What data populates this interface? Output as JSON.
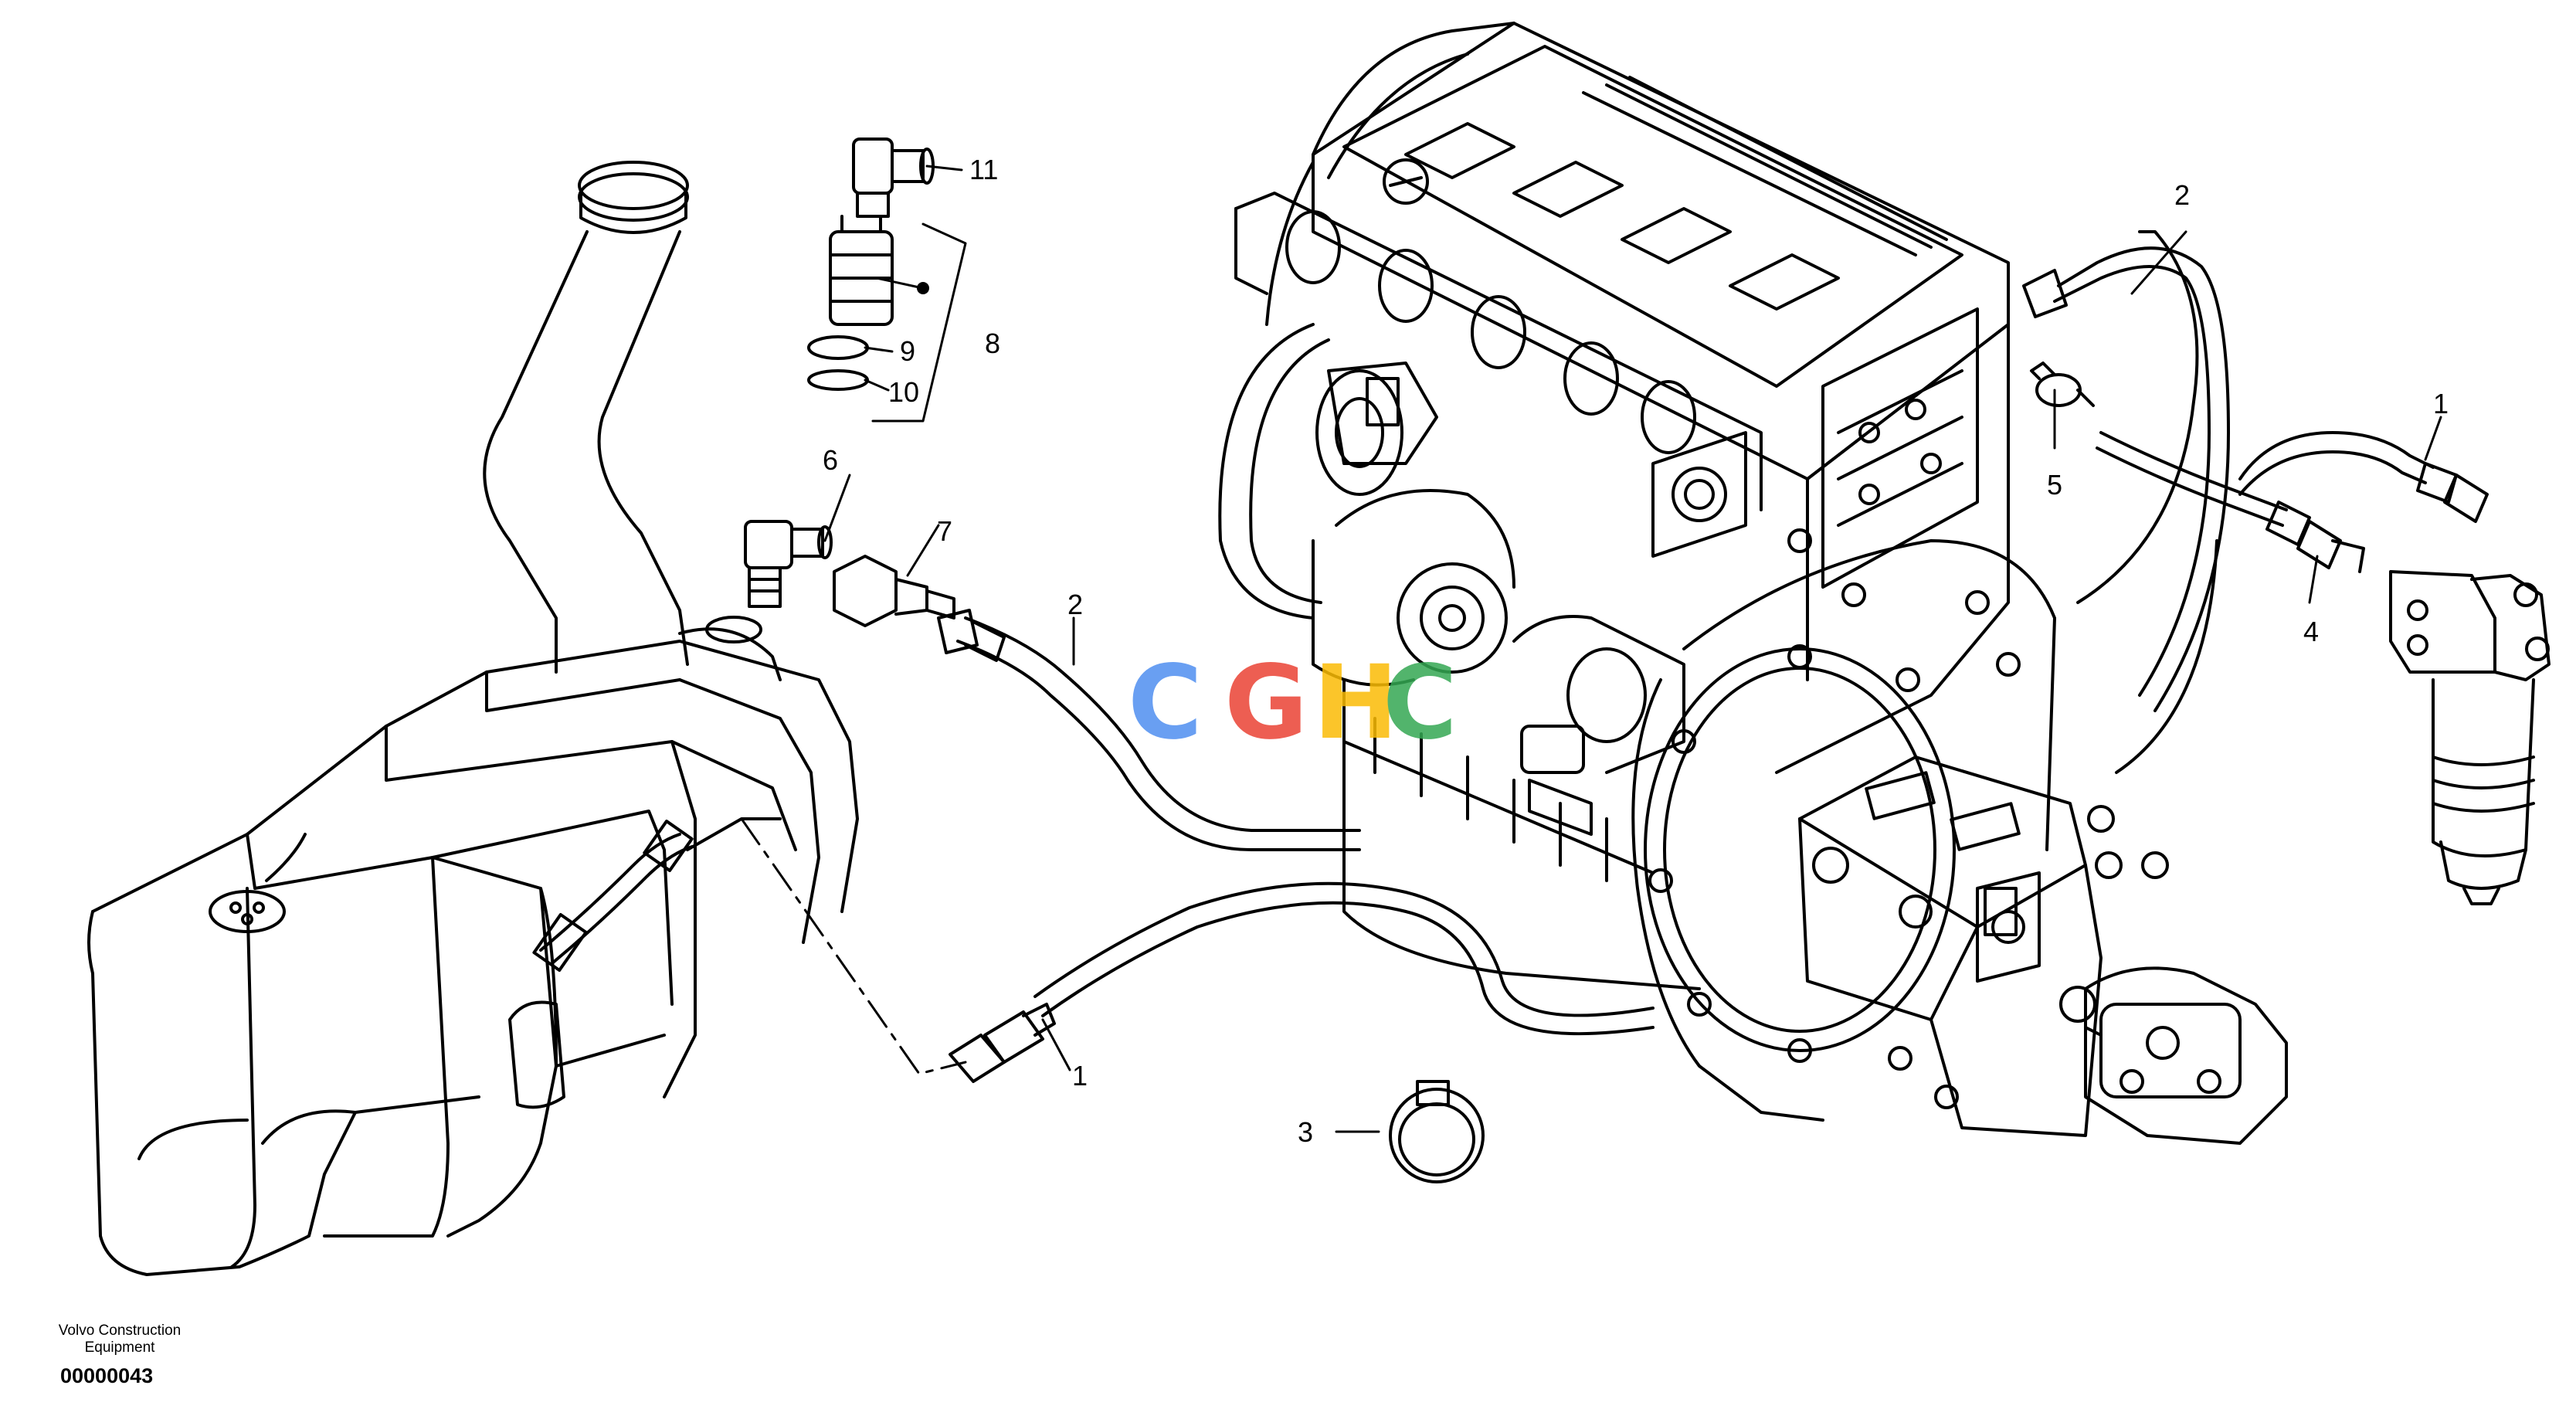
{
  "diagram": {
    "callouts": [
      {
        "id": "c1a",
        "text": "1"
      },
      {
        "id": "c1b",
        "text": "1"
      },
      {
        "id": "c2a",
        "text": "2"
      },
      {
        "id": "c2b",
        "text": "2"
      },
      {
        "id": "c3",
        "text": "3"
      },
      {
        "id": "c4",
        "text": "4"
      },
      {
        "id": "c5",
        "text": "5"
      },
      {
        "id": "c6",
        "text": "6"
      },
      {
        "id": "c7",
        "text": "7"
      },
      {
        "id": "c8",
        "text": "8"
      },
      {
        "id": "c9",
        "text": "9"
      },
      {
        "id": "c10",
        "text": "10"
      },
      {
        "id": "c11",
        "text": "11"
      }
    ]
  },
  "footer": {
    "brand_line1": "Volvo Construction",
    "brand_line2": "Equipment",
    "document_number": "00000043"
  },
  "watermark": {
    "letters": [
      "C",
      "G",
      "H",
      "C"
    ],
    "colors": [
      "#4f8ff0",
      "#ea4335",
      "#fbbc05",
      "#34a853"
    ]
  }
}
